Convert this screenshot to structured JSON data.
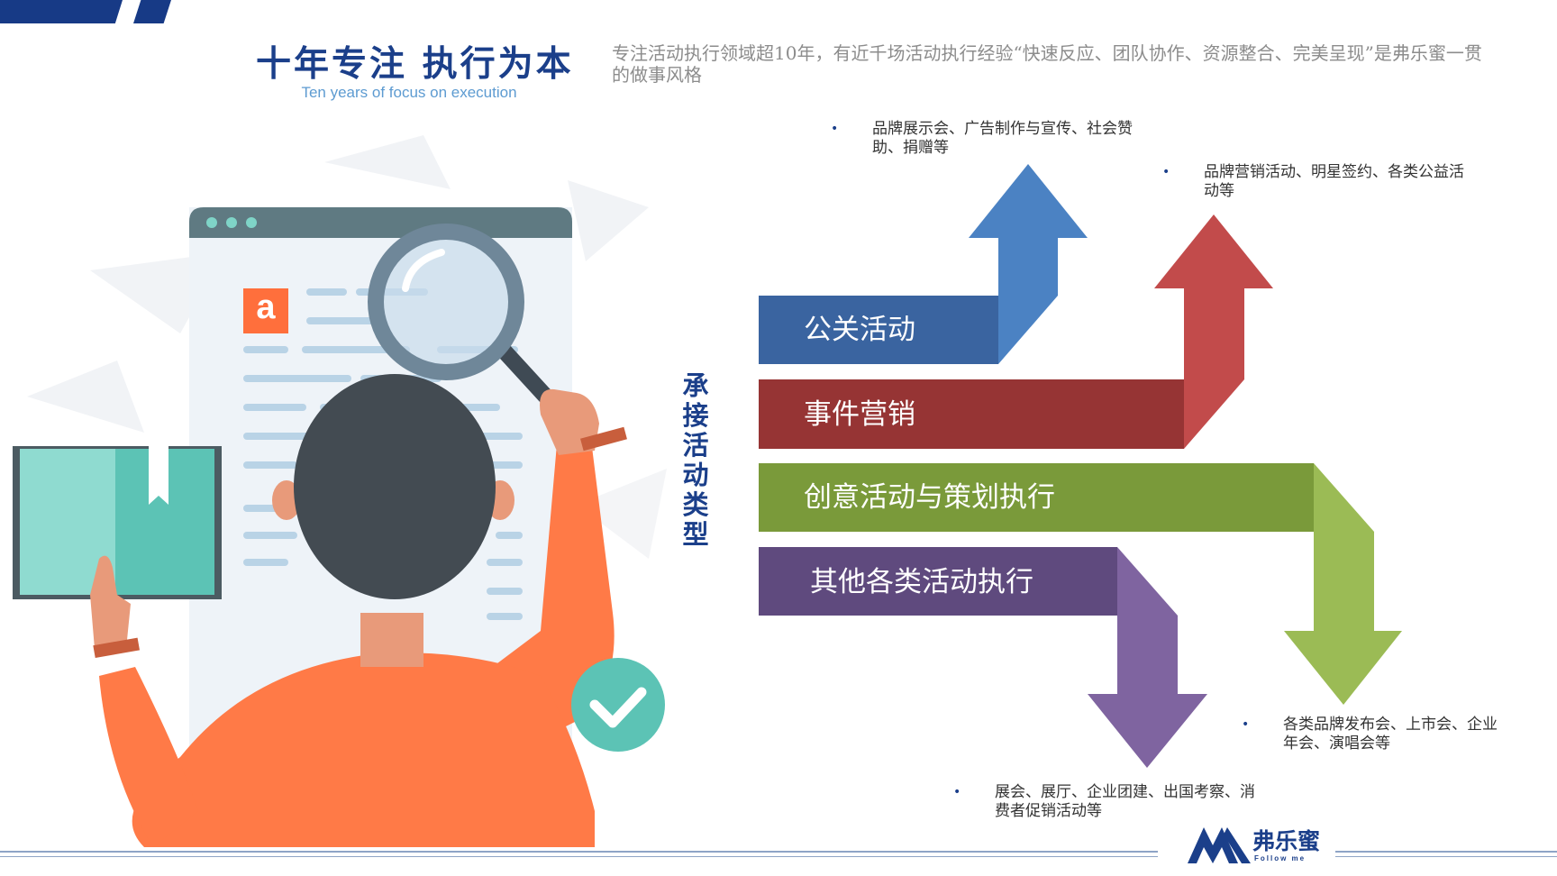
{
  "title": {
    "cn": "十年专注  执行为本",
    "en": "Ten years of focus on execution"
  },
  "intro": "专注活动执行领域超10年，有近千场活动执行经验“快速反应、团队协作、资源整合、完美呈现”是弗乐蜜一贯的做事风格",
  "section_title": "承接活动类型",
  "illustration": {
    "page_icon_letter": "a"
  },
  "bands": [
    {
      "label": "公关活动",
      "color": "#3a64a0",
      "arrow_color": "#4b82c3"
    },
    {
      "label": "事件营销",
      "color": "#963434",
      "arrow_color": "#c24b4b"
    },
    {
      "label": "创意活动与策划执行",
      "color": "#7a9a3a",
      "arrow_color": "#9bbb55"
    },
    {
      "label": "其他各类活动执行",
      "color": "#5f4a7e",
      "arrow_color": "#7f64a0"
    }
  ],
  "notes": [
    {
      "bullet": "•",
      "text": "品牌展示会、广告制作与宣传、社会赞助、捐赠等"
    },
    {
      "bullet": "•",
      "text": "品牌营销活动、明星签约、各类公益活动等"
    },
    {
      "bullet": "•",
      "text": "各类品牌发布会、上市会、企业年会、演唱会等"
    },
    {
      "bullet": "•",
      "text": "展会、展厅、企业团建、出国考察、消费者促销活动等"
    }
  ],
  "brand": {
    "cn": "弗乐蜜",
    "en": "Follow me"
  },
  "colors": {
    "navy": "#1b3f8a",
    "light_blue": "#5d9bd1",
    "orange": "#ff7a47",
    "teal": "#5cc3b5"
  }
}
